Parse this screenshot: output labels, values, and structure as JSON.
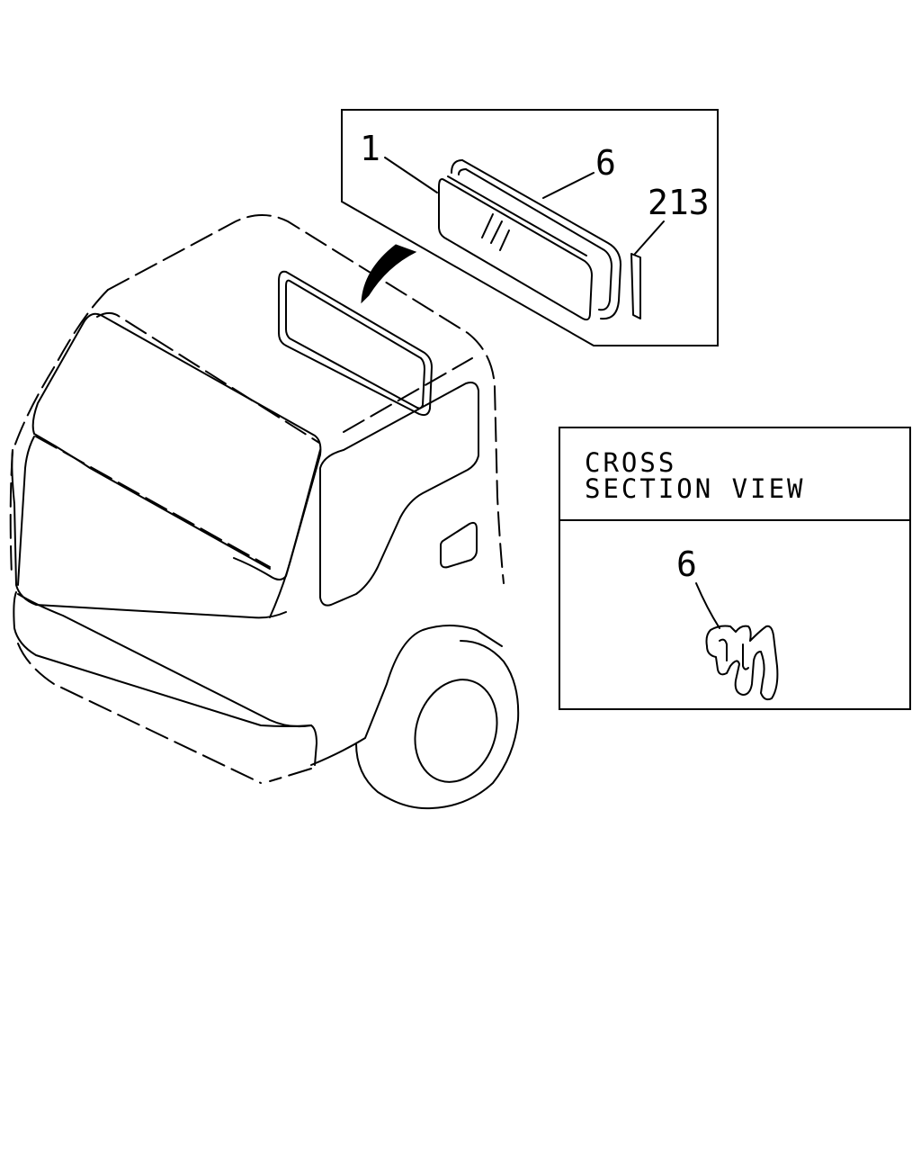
{
  "callouts": {
    "glass": "1",
    "weatherstrip": "6",
    "sealant": "213"
  },
  "cross_section": {
    "title_line1": "CROSS",
    "title_line2": "SECTION VIEW",
    "callout": "6"
  },
  "colors": {
    "ink": "#000000",
    "paper": "#ffffff"
  }
}
